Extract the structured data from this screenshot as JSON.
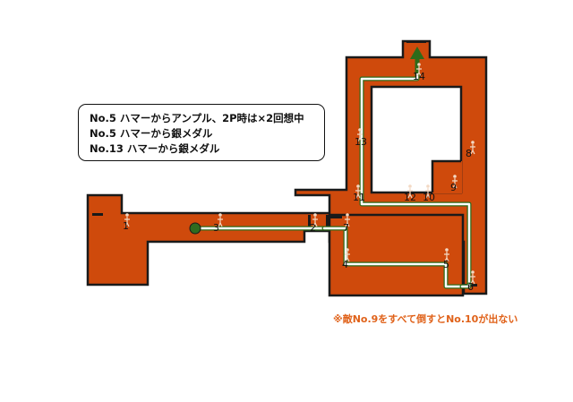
{
  "info": {
    "lines": [
      "No.5 ハマーからアンプル、2P時は×2回想中",
      "No.5 ハマーから銀メダル",
      "No.13 ハマーから銀メダル"
    ]
  },
  "note": "※敵No.9をすべて倒すとNo.10が出ない",
  "markers": [
    "1",
    "2",
    "3",
    "4",
    "5",
    "6",
    "7",
    "8",
    "9",
    "10",
    "11",
    "12",
    "13",
    "14"
  ],
  "colors": {
    "floor": "#cf4a0c",
    "wall": "#1a1a1a",
    "path": "#ffffff",
    "path_edge": "#2e6b1a",
    "start": "#2f6b1f",
    "note": "#e0621a"
  },
  "icons": {
    "enemy": "person-figure-icon",
    "start": "start-dot-icon",
    "exit": "exit-arrow-icon"
  }
}
